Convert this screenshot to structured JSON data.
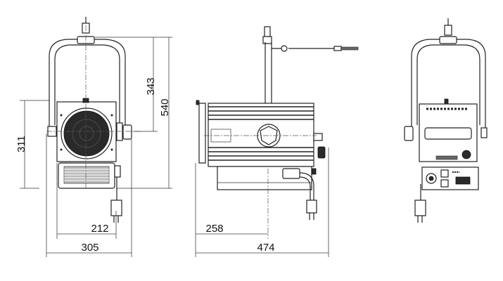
{
  "drawing": {
    "views": [
      "front-view",
      "side-view",
      "rear-view"
    ],
    "dimensions": {
      "front_yoke_height": "343",
      "front_total_height": "540",
      "front_body_height": "311",
      "front_body_width": "212",
      "front_total_width": "305",
      "side_pivot_offset": "258",
      "side_total_length": "474"
    }
  }
}
